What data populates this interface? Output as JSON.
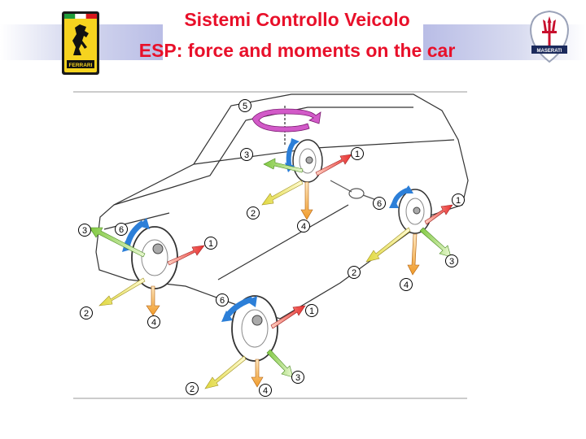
{
  "header": {
    "title_line1": "Sistemi Controllo Veicolo",
    "title_line2": "ESP: force and moments on the car",
    "left_logo": {
      "icon": "ferrari-prancing-horse-icon",
      "text": "FERRARI"
    },
    "right_logo": {
      "icon": "maserati-trident-icon",
      "text": "MASERATI"
    }
  },
  "colors": {
    "title": "#e8102a",
    "band": "#b9bde6",
    "force_1": "#e83030",
    "force_2": "#e8e04a",
    "force_3": "#8ccf4a",
    "force_4": "#f0a030",
    "moment_5": "#d060c8",
    "moment_6": "#2c7fd8"
  },
  "diagram": {
    "labels": {
      "five": "5",
      "rl": {
        "one": "1",
        "two": "2",
        "three": "3",
        "four": "4"
      },
      "rr": {
        "one": "1",
        "two": "2",
        "three": "3",
        "four": "4",
        "six": "6"
      },
      "fl": {
        "one": "1",
        "two": "2",
        "three": "3",
        "four": "4",
        "six": "6"
      },
      "fr": {
        "one": "1",
        "two": "2",
        "three": "3",
        "four": "4",
        "six": "6"
      }
    }
  }
}
